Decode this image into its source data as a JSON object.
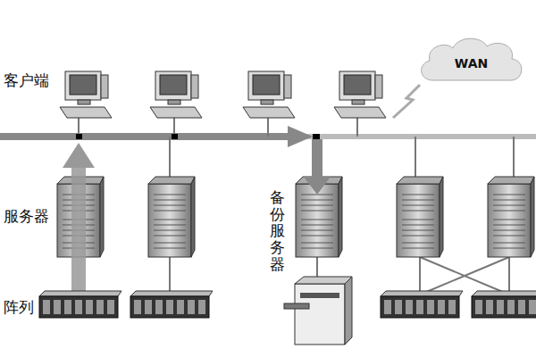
{
  "diagram": {
    "nodes": [
      {
        "text": [
          "WAN"
        ]
      }
    ],
    "labels": [
      "客户端",
      "服务器",
      "备份服务器",
      "阵列"
    ]
  }
}
